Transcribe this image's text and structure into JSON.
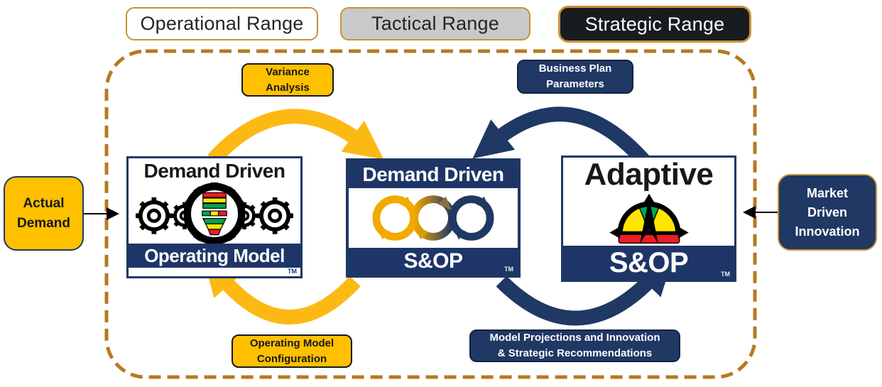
{
  "ranges": [
    {
      "id": "operational",
      "label": "Operational Range"
    },
    {
      "id": "tactical",
      "label": "Tactical Range"
    },
    {
      "id": "strategic",
      "label": "Strategic Range"
    }
  ],
  "left_input": {
    "lines": [
      "Actual",
      "Demand"
    ]
  },
  "right_input": {
    "lines": [
      "Market",
      "Driven",
      "Innovation"
    ]
  },
  "flow_labels": {
    "variance": {
      "lines": [
        "Variance",
        "Analysis"
      ]
    },
    "business": {
      "lines": [
        "Business Plan",
        "Parameters"
      ]
    },
    "operating": {
      "lines": [
        "Operating Model",
        "Configuration"
      ]
    },
    "projections": {
      "lines": [
        "Model Projections and Innovation",
        "& Strategic Recommendations"
      ]
    }
  },
  "logos": {
    "ddom": {
      "title": "Demand Driven",
      "banner": "Operating Model",
      "tm": "TM"
    },
    "ddsop": {
      "banner_top": "Demand Driven",
      "banner_bottom": "S&OP",
      "tm": "TM"
    },
    "adaptive": {
      "title": "Adaptive",
      "banner": "S&OP",
      "tm": "TM"
    }
  },
  "colors": {
    "gold": "#FFC000",
    "gold_arrow": "#FDB913",
    "navy": "#1F3864",
    "logo_navy": "#1E3567",
    "dashed_border": "#B8791E",
    "range_border": "#C8923A",
    "strategic_bg": "#191C1F",
    "tactical_bg": "#C9C9C9",
    "buffer_red": "#EE1C25",
    "buffer_yellow": "#FFE600",
    "buffer_green": "#00A651"
  }
}
